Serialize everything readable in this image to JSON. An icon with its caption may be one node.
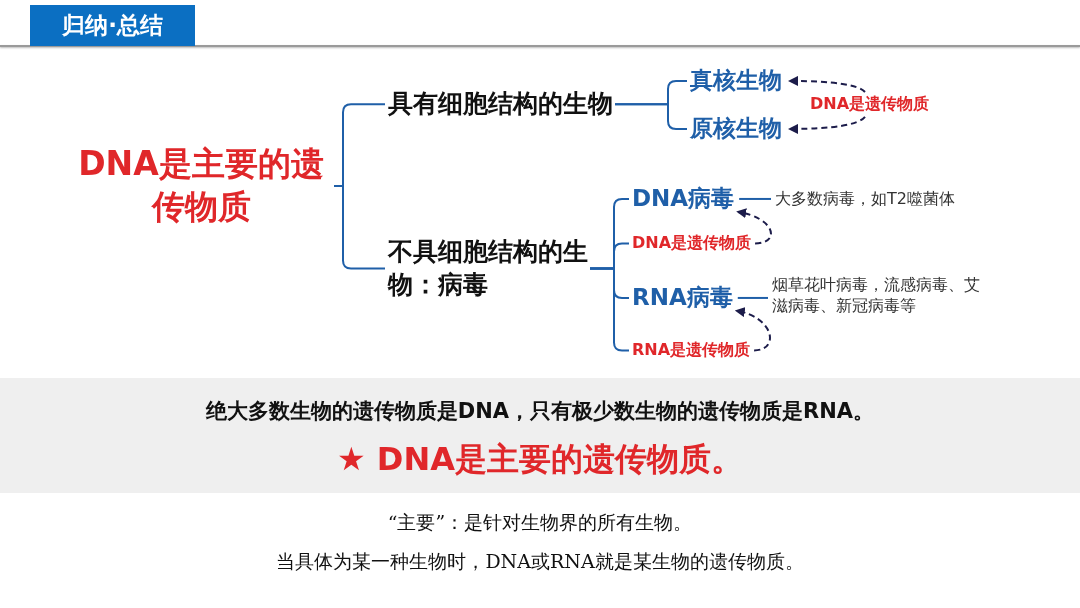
{
  "diagram": {
    "title": "归纳·总结",
    "nodes": [
      {
        "text": [
          "DNA是主要的遗传物质"
        ]
      },
      {
        "text": [
          "具有细胞结构的生物"
        ]
      },
      {
        "text": [
          "真核生物"
        ]
      },
      {
        "text": [
          "原核生物"
        ]
      },
      {
        "text": [
          "DNA是遗传物质"
        ]
      },
      {
        "text": [
          "不具细胞结构的生物：病毒"
        ]
      },
      {
        "text": [
          "DNA病毒"
        ]
      },
      {
        "text": [
          "大多数病毒，如T2噬菌体"
        ]
      },
      {
        "text": [
          "DNA是遗传物质"
        ]
      },
      {
        "text": [
          "RNA病毒"
        ]
      },
      {
        "text": [
          "烟草花叶病毒，流感病毒、艾滋病毒、新冠病毒等"
        ]
      },
      {
        "text": [
          "RNA是遗传物质"
        ]
      }
    ],
    "edges": [
      {
        "from": 0,
        "to": 1,
        "arrow": "none"
      },
      {
        "from": 0,
        "to": 5,
        "arrow": "none"
      },
      {
        "from": 1,
        "to": 2,
        "arrow": "none"
      },
      {
        "from": 1,
        "to": 3,
        "arrow": "none"
      },
      {
        "from": 5,
        "to": 6,
        "arrow": "none"
      },
      {
        "from": 5,
        "to": 8,
        "arrow": "none"
      },
      {
        "from": 5,
        "to": 9,
        "arrow": "none"
      },
      {
        "from": 5,
        "to": 11,
        "arrow": "none"
      },
      {
        "from": 6,
        "to": 7,
        "arrow": "none"
      },
      {
        "from": 9,
        "to": 10,
        "arrow": "none"
      },
      {
        "from": 4,
        "to": 2,
        "arrow": "to",
        "style": "dashed",
        "color": "#1c1c4a"
      },
      {
        "from": 4,
        "to": 3,
        "arrow": "to",
        "style": "dashed",
        "color": "#1c1c4a"
      },
      {
        "from": 8,
        "to": 6,
        "arrow": "to",
        "style": "dashed",
        "color": "#1c1c4a"
      },
      {
        "from": 11,
        "to": 9,
        "arrow": "to",
        "style": "dashed",
        "color": "#1c1c4a"
      }
    ],
    "labels": [
      "绝大多数生物的遗传物质是DNA，只有极少数生物的遗传物质是RNA。",
      "★ DNA是主要的遗传物质。",
      "“主要”：是针对生物界的所有生物。",
      "当具体为某一种生物时，DNA或RNA就是某生物的遗传物质。"
    ]
  }
}
